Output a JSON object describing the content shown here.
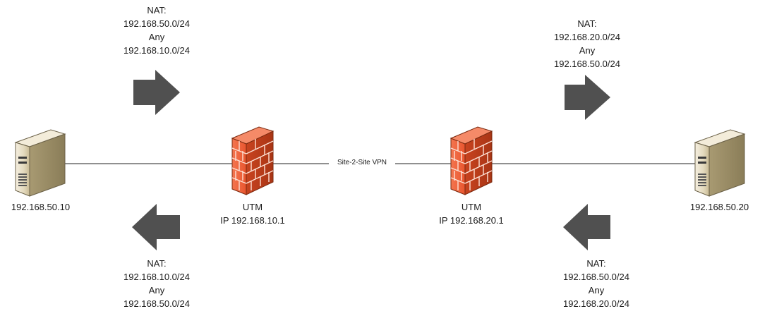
{
  "links": {
    "vpn_label": "Site-2-Site VPN"
  },
  "hosts": {
    "left": {
      "ip": "192.168.50.10"
    },
    "right": {
      "ip": "192.168.50.20"
    }
  },
  "firewalls": {
    "left": {
      "name": "UTM",
      "ip": "IP 192.168.10.1"
    },
    "right": {
      "name": "UTM",
      "ip": "IP 192.168.20.1"
    }
  },
  "nat": {
    "top_left": {
      "title": "NAT:",
      "source": "192.168.50.0/24",
      "service": "Any",
      "destination": "192.168.10.0/24",
      "direction": "right"
    },
    "top_right": {
      "title": "NAT:",
      "source": "192.168.20.0/24",
      "service": "Any",
      "destination": "192.168.50.0/24",
      "direction": "right"
    },
    "bottom_left": {
      "title": "NAT:",
      "source": "192.168.10.0/24",
      "service": "Any",
      "destination": "192.168.50.0/24",
      "direction": "left"
    },
    "bottom_right": {
      "title": "NAT:",
      "source": "192.168.50.0/24",
      "service": "Any",
      "destination": "192.168.20.0/24",
      "direction": "left"
    }
  },
  "colors": {
    "arrow": "#505050",
    "firewall_brick": "#f0603a",
    "firewall_mortar": "#fde0d4",
    "server_body": "#d8cdb0",
    "line": "#222222"
  }
}
